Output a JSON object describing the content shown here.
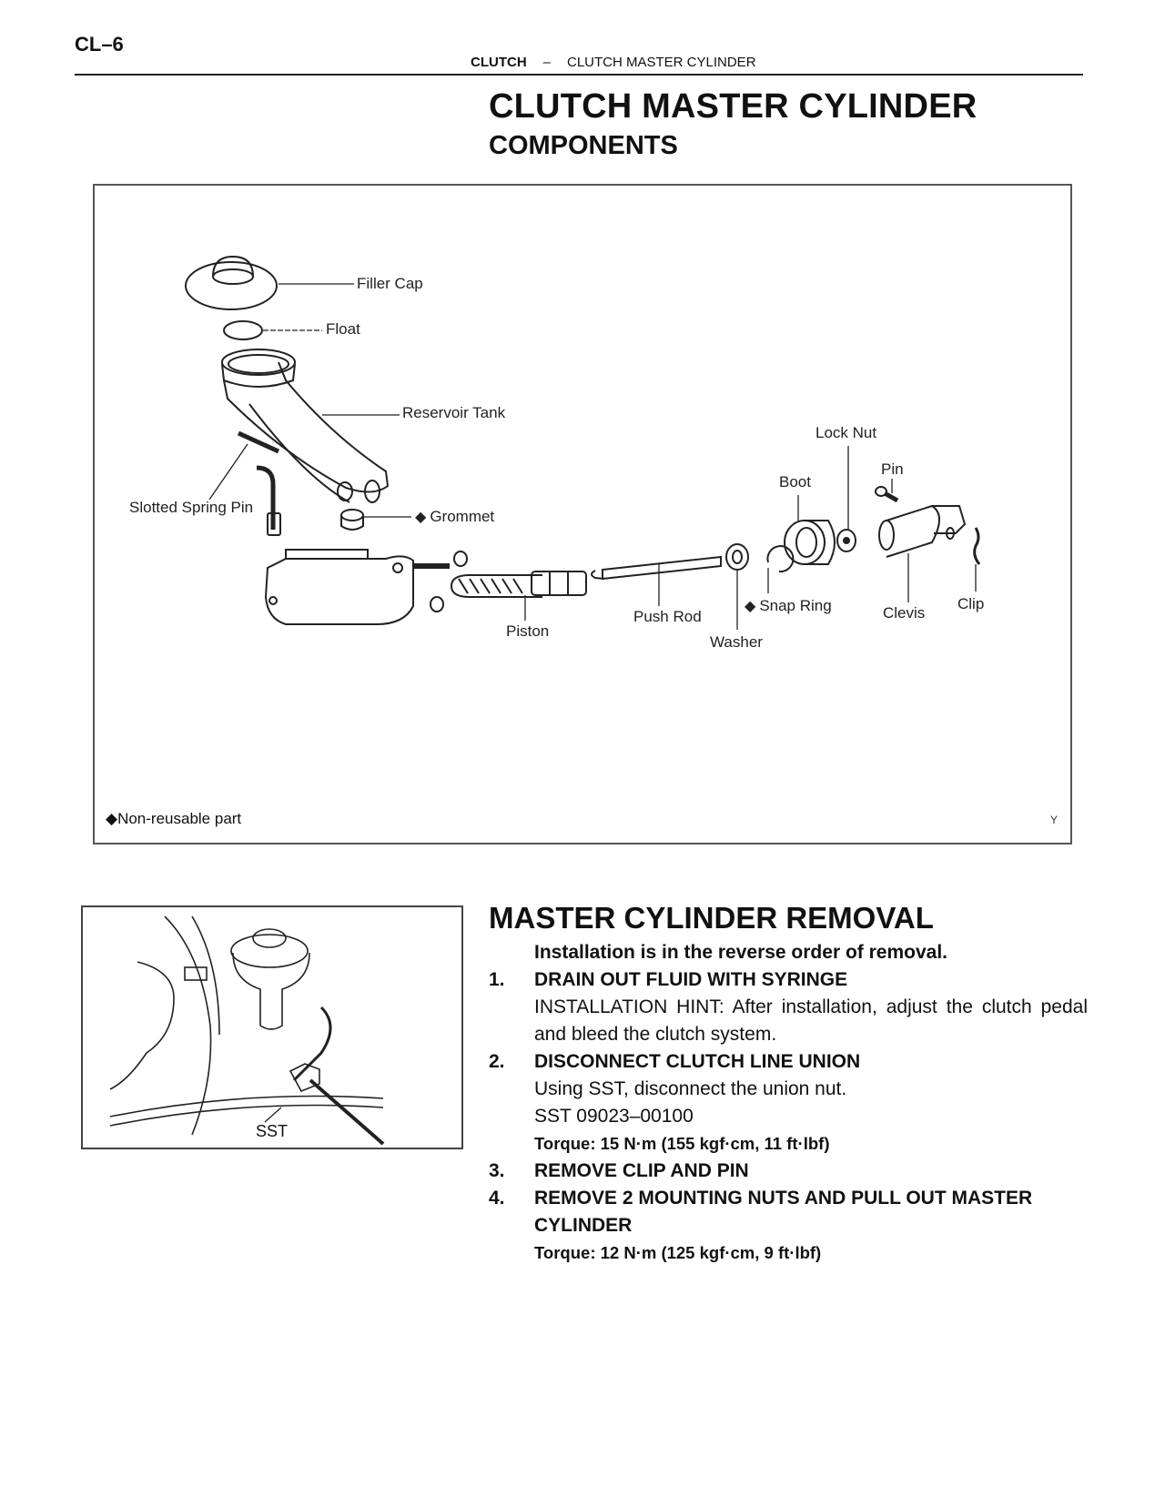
{
  "header": {
    "page_number": "CL–6",
    "section": "CLUTCH",
    "separator": "–",
    "subsection": "CLUTCH MASTER CYLINDER"
  },
  "title": "CLUTCH MASTER CYLINDER",
  "subtitle": "COMPONENTS",
  "components_figure": {
    "labels": {
      "filler_cap": "Filler Cap",
      "float": "Float",
      "reservoir_tank": "Reservoir Tank",
      "slotted_spring_pin": "Slotted Spring Pin",
      "grommet": "Grommet",
      "piston": "Piston",
      "push_rod": "Push Rod",
      "washer": "Washer",
      "snap_ring": "Snap Ring",
      "boot": "Boot",
      "lock_nut": "Lock Nut",
      "pin": "Pin",
      "clevis": "Clevis",
      "clip": "Clip"
    },
    "non_reusable_marker": "◆",
    "legend": "Non-reusable part",
    "figure_code": "Y"
  },
  "removal_figure": {
    "label": "SST"
  },
  "removal": {
    "title": "MASTER CYLINDER REMOVAL",
    "intro": "Installation is in the reverse order of removal.",
    "steps": [
      {
        "num": "1.",
        "heading": "DRAIN OUT FLUID WITH SYRINGE",
        "body": "INSTALLATION HINT: After installation, adjust the clutch pedal and bleed the clutch system."
      },
      {
        "num": "2.",
        "heading": "DISCONNECT CLUTCH LINE UNION",
        "body": "Using SST, disconnect the union nut.",
        "sst": "SST 09023–00100",
        "torque": "Torque: 15 N·m (155 kgf·cm, 11 ft·lbf)"
      },
      {
        "num": "3.",
        "heading": "REMOVE CLIP AND PIN"
      },
      {
        "num": "4.",
        "heading": "REMOVE 2 MOUNTING NUTS AND PULL OUT MASTER CYLINDER",
        "torque": "Torque: 12 N·m (125 kgf·cm, 9 ft·lbf)"
      }
    ]
  }
}
